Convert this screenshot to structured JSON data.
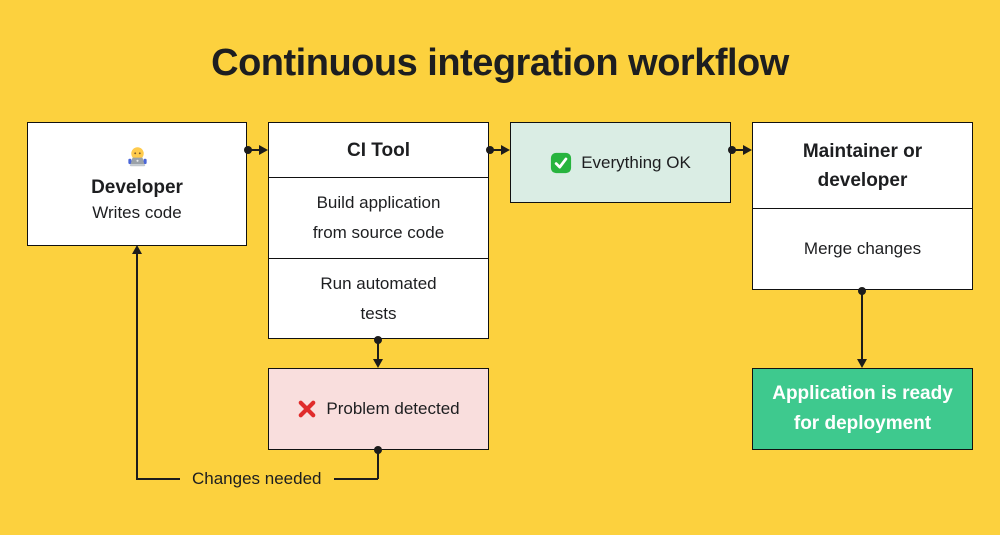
{
  "title": "Continuous integration workflow",
  "colors": {
    "background": "#FCD13E",
    "ink": "#1D1E20",
    "line": "#1C1C1C",
    "border": "#111111",
    "mint": "#DAEDE4",
    "pink": "#F9DEDD",
    "green": "#3EC98E",
    "check": "#27B43E",
    "cross": "#E02B2B",
    "deploy_text": "#FFFFFF",
    "box": "#FFFFFF"
  },
  "nodes": {
    "developer": {
      "icon": "technologist-emoji",
      "title": "Developer",
      "subtitle": "Writes code"
    },
    "ci_tool": {
      "title": "CI Tool",
      "steps": [
        "Build application from source code",
        "Run automated tests"
      ]
    },
    "everything_ok": {
      "icon": "check-mark-emoji",
      "label": "Everything OK"
    },
    "maintainer": {
      "title": "Maintainer or developer",
      "action": "Merge changes"
    },
    "problem": {
      "icon": "cross-mark-emoji",
      "label": "Problem detected"
    },
    "deployment": {
      "label": "Application is ready for deployment"
    }
  },
  "edges": {
    "changes_needed_label": "Changes needed"
  }
}
